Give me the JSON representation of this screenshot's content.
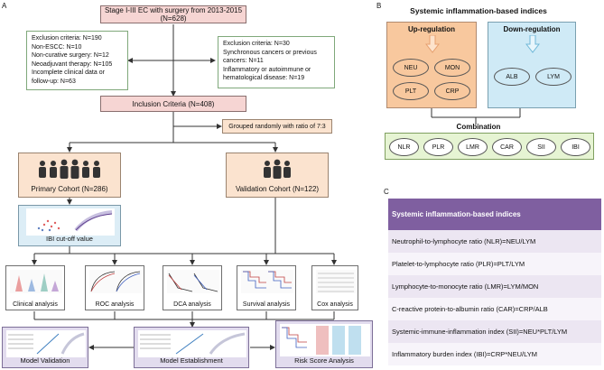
{
  "panel_a": {
    "letter": "A",
    "stage_box": "Stage I-III EC with surgery from 2013-2015 (N=628)",
    "exclusion_left": [
      "Exclusion criteria: N=190",
      "Non-ESCC: N=10",
      "Non-curative surgery: N=12",
      "Neoadjuvant therapy: N=105",
      "Incomplete clinical data or",
      "follow-up: N=63"
    ],
    "exclusion_right": [
      "Exclusion criteria: N=30",
      "Synchronous cancers or previous",
      "cancers: N=11",
      "Inflammatory or autoimmune or",
      "hematological disease: N=19"
    ],
    "inclusion_box": "Inclusion Criteria (N=408)",
    "grouped_box": "Grouped randomly with ratio of 7:3",
    "primary_cohort": "Primary Cohort (N=286)",
    "validation_cohort": "Validation Cohort (N=122)",
    "ibi_cutoff": "IBI cut-off value",
    "analyses": [
      "Clinical analysis",
      "ROC analysis",
      "DCA analysis",
      "Survival analysis",
      "Cox analysis"
    ],
    "bottom": [
      "Model Validation",
      "Model Establishment",
      "Risk Score Analysis"
    ]
  },
  "panel_b": {
    "letter": "B",
    "title": "Systemic inflammation-based indices",
    "up_title": "Up-regulation",
    "down_title": "Down-regulation",
    "up_items": [
      "NEU",
      "MON",
      "PLT",
      "CRP"
    ],
    "down_items": [
      "ALB",
      "LYM"
    ],
    "combination_label": "Combination",
    "combination_items": [
      "NLR",
      "PLR",
      "LMR",
      "CAR",
      "SII",
      "IBI"
    ]
  },
  "panel_c": {
    "letter": "C",
    "header": "Systemic inflammation-based indices",
    "rows": [
      "Neutrophil-to-lymphocyte ratio (NLR)=NEU/LYM",
      "Platelet-to-lymphocyte ratio (PLR)=PLT/LYM",
      "Lymphocyte-to-monocyte ratio (LMR)=LYM/MON",
      "C-reactive protein-to-albumin ratio (CAR)=CRP/ALB",
      "Systemic-immune-inflammation index (SII)=NEU*PLT/LYM",
      "Inflammatory burden index (IBI)=CRP*NEU/LYM"
    ]
  },
  "colors": {
    "pink": "#f6d5d3",
    "peach": "#fbe3cf",
    "lavender": "#e2dcee",
    "up_region": "#f8c89e",
    "down_region": "#cfeaf6",
    "combination_band": "#e6f4d3",
    "table_header": "#7f5fa0",
    "table_row_odd": "#ece6f2",
    "table_row_even": "#f7f4fa"
  }
}
